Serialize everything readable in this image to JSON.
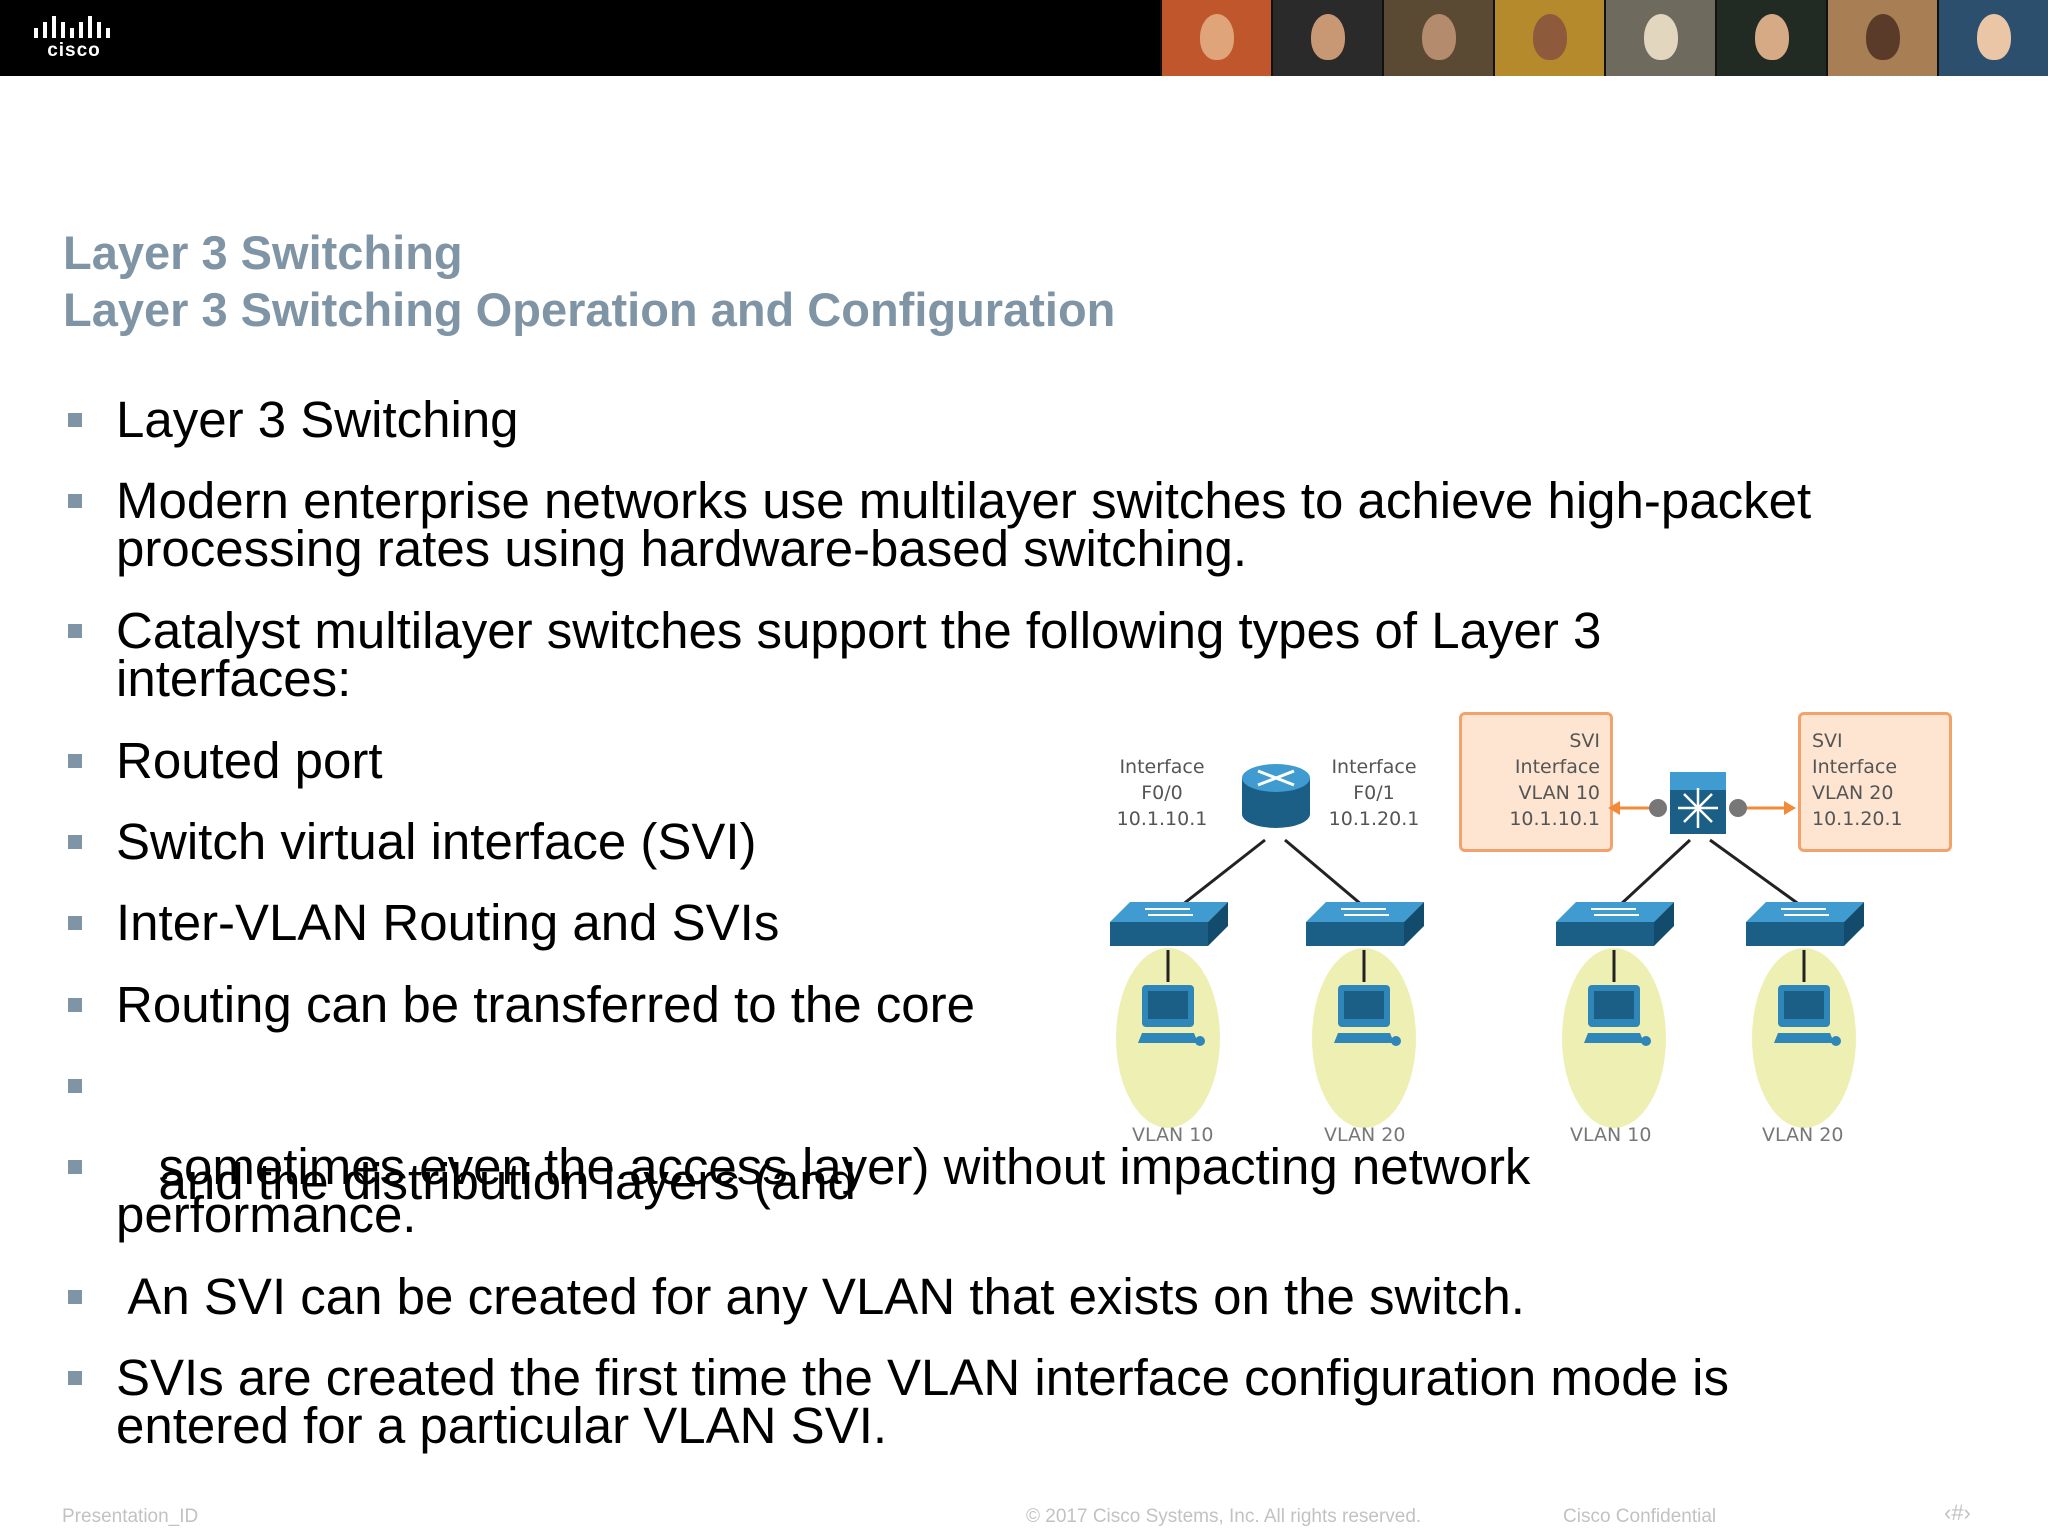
{
  "header": {
    "logo_text": "cisco",
    "photo_strip": [
      {
        "bg": "#c0562b",
        "face": "#e0a47a"
      },
      {
        "bg": "#2a2a2a",
        "face": "#c89874"
      },
      {
        "bg": "#5b4a33",
        "face": "#b48b6c"
      },
      {
        "bg": "#b58a2d",
        "face": "#8e5a3c"
      },
      {
        "bg": "#6f6a5e",
        "face": "#e3d6bf"
      },
      {
        "bg": "#222a24",
        "face": "#d7aa86"
      },
      {
        "bg": "#a87e55",
        "face": "#5a3a28"
      },
      {
        "bg": "#2c4f6e",
        "face": "#eac6a6"
      }
    ]
  },
  "title": {
    "line1": "Layer 3 Switching",
    "line2": "Layer 3 Switching Operation and Configuration"
  },
  "bullets": [
    {
      "lines": [
        "Layer 3 Switching"
      ]
    },
    {
      "lines": [
        "Modern enterprise networks use multilayer switches to achieve high-packet",
        "processing rates using hardware-based switching."
      ]
    },
    {
      "lines": [
        "Catalyst multilayer switches support the following types of Layer 3",
        "interfaces:"
      ]
    },
    {
      "lines": [
        "Routed port"
      ]
    },
    {
      "lines": [
        "Switch virtual interface (SVI)"
      ]
    },
    {
      "lines": [
        "Inter-VLAN Routing and SVIs"
      ]
    },
    {
      "lines": [
        "Routing can be transferred to the core"
      ]
    },
    {
      "lines": [
        "   and the distribution layers (and"
      ]
    },
    {
      "lines": [
        "   sometimes even the access layer) without impacting network",
        "performance."
      ]
    },
    {
      "lines": [
        " An SVI can be created for any VLAN that exists on the switch."
      ]
    },
    {
      "lines": [
        "SVIs are created the first time the VLAN interface configuration mode is",
        "entered for a particular VLAN SVI."
      ]
    }
  ],
  "diagram": {
    "router_left_label": {
      "title": "Interface",
      "port": "F0/0",
      "ip": "10.1.10.1"
    },
    "router_right_label": {
      "title": "Interface",
      "port": "F0/1",
      "ip": "10.1.20.1"
    },
    "svi_left": {
      "line1": "SVI",
      "line2": "Interface",
      "line3": "VLAN 10",
      "line4": "10.1.10.1"
    },
    "svi_right": {
      "line1": "SVI",
      "line2": "Interface",
      "line3": "VLAN 20",
      "line4": "10.1.20.1"
    },
    "vlan_labels": [
      "VLAN 10",
      "VLAN 20",
      "VLAN 10",
      "VLAN 20"
    ],
    "colors": {
      "device": "#2f86b8",
      "device_dark": "#1b5f87",
      "halo": "#eef0b3",
      "svi_border": "#f4a26b",
      "svi_fill": "#fde5d1",
      "arrow": "#f28a3a"
    }
  },
  "footer": {
    "presentation_id": "Presentation_ID",
    "copyright": "© 2017 Cisco Systems, Inc. All rights reserved.",
    "confidential": "Cisco Confidential",
    "page_number": "‹#›"
  },
  "colors": {
    "title": "#7f95a6",
    "bullet_marker": "#7f95a6",
    "footer_text": "#c2c2c2"
  }
}
